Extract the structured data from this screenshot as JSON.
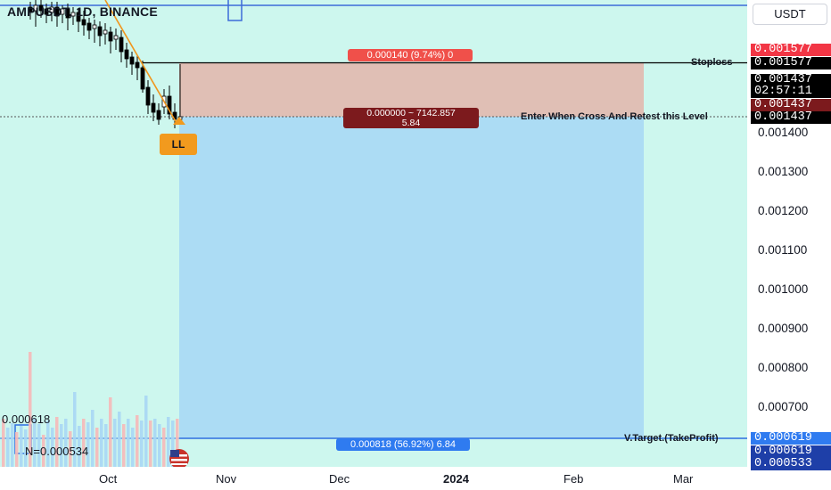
{
  "header": {
    "symbol_title": "AMPUSDT, 1D, BINANCE"
  },
  "currency_button": "USDT",
  "price_scale": {
    "ticks": [
      "0.001400",
      "0.001300",
      "0.001200",
      "0.001100",
      "0.001000",
      "0.000900",
      "0.000800",
      "0.000700"
    ],
    "stoploss_red": "0.001577",
    "stoploss_black": "0.001577",
    "last_price": "0.001437",
    "countdown": "02:57:11",
    "entry_red": "0.001437",
    "entry_black": "0.001437",
    "target_blue": "0.000619",
    "indicator_a": "0.000619",
    "indicator_b": "0.000533"
  },
  "time_axis": {
    "labels": [
      "Oct",
      "Nov",
      "Dec",
      "2024",
      "Feb",
      "Mar"
    ]
  },
  "position_tool": {
    "stop_tag": "0.000140 (9.74%) 0",
    "entry_tag_line1": "0.000000 ~ 7142.857",
    "entry_tag_line2": "5.84",
    "target_tag": "0.000818 (56.92%) 6.84"
  },
  "annotations": {
    "stoploss": "Stoploss",
    "entry": "Enter When Cross And Retest this Level",
    "target": "V.Target.(TakeProfit)",
    "ll_label": "LL"
  },
  "indicator_text": {
    "top_value": "0.000618",
    "n_value": "N=0.000534"
  },
  "colors": {
    "chart_bg": "#cdf7ee",
    "stop_zone": "#e0bfb5",
    "target_zone": "#acdcf4",
    "stop_tag_bg": "#f0504a",
    "entry_tag_bg": "#7c1a1d",
    "target_tag_bg": "#2f7bf0",
    "ll_bg": "#f29a1e",
    "trend_line": "#f0961e"
  }
}
